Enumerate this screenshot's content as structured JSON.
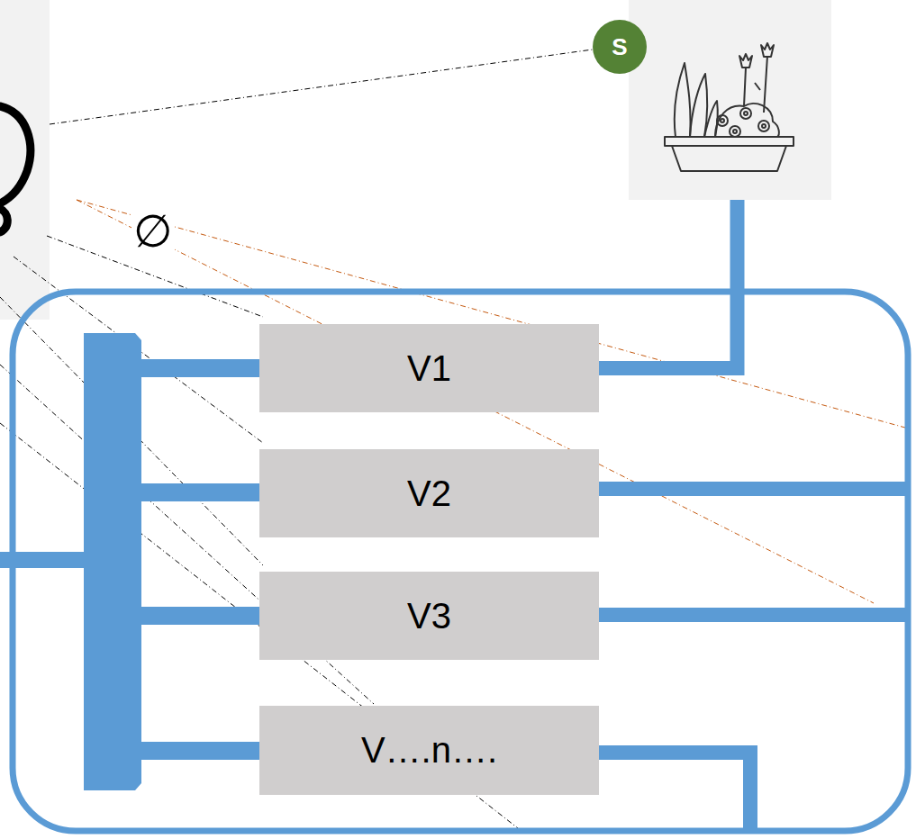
{
  "diagram": {
    "nodes": [
      {
        "text": [
          "S"
        ]
      },
      {
        "text": [
          "V1"
        ]
      },
      {
        "text": [
          "V2"
        ]
      },
      {
        "text": [
          "V3"
        ]
      },
      {
        "text": [
          "V….n…."
        ]
      }
    ],
    "edges": [
      {
        "from": 1,
        "to": 0,
        "arrow": "none"
      }
    ],
    "labels": [
      "∅"
    ]
  }
}
